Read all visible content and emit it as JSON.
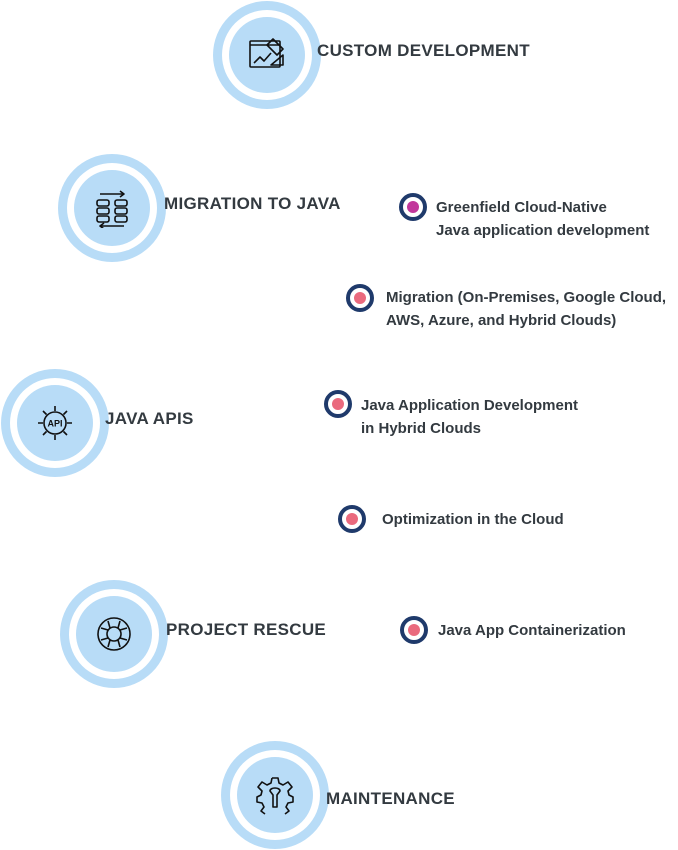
{
  "services": [
    {
      "label": "CUSTOM DEVELOPMENT",
      "icon": "blueprint-icon"
    },
    {
      "label": "MIGRATION TO JAVA",
      "icon": "data-migration-icon"
    },
    {
      "label": "JAVA APIS",
      "icon": "api-gear-icon"
    },
    {
      "label": "PROJECT RESCUE",
      "icon": "lifebuoy-icon"
    },
    {
      "label": "MAINTENANCE",
      "icon": "gear-wrench-icon"
    }
  ],
  "features": [
    {
      "line1": "Greenfield Cloud-Native",
      "line2": "Java application development",
      "dot_color": "#c2379b"
    },
    {
      "line1": "Migration (On-Premises, Google Cloud,",
      "line2": "AWS, Azure, and Hybrid Clouds)",
      "dot_color": "#ea6a7e"
    },
    {
      "line1": "Java Application Development",
      "line2": "in Hybrid Clouds",
      "dot_color": "#ea6a7e"
    },
    {
      "line1": "Optimization in the Cloud",
      "line2": "",
      "dot_color": "#ea6a7e"
    },
    {
      "line1": "Java App Containerization",
      "line2": "",
      "dot_color": "#ea6a7e"
    }
  ],
  "colors": {
    "ring": "#b8dcf7",
    "dot_border": "#1f3a6b",
    "text": "#333a40"
  }
}
